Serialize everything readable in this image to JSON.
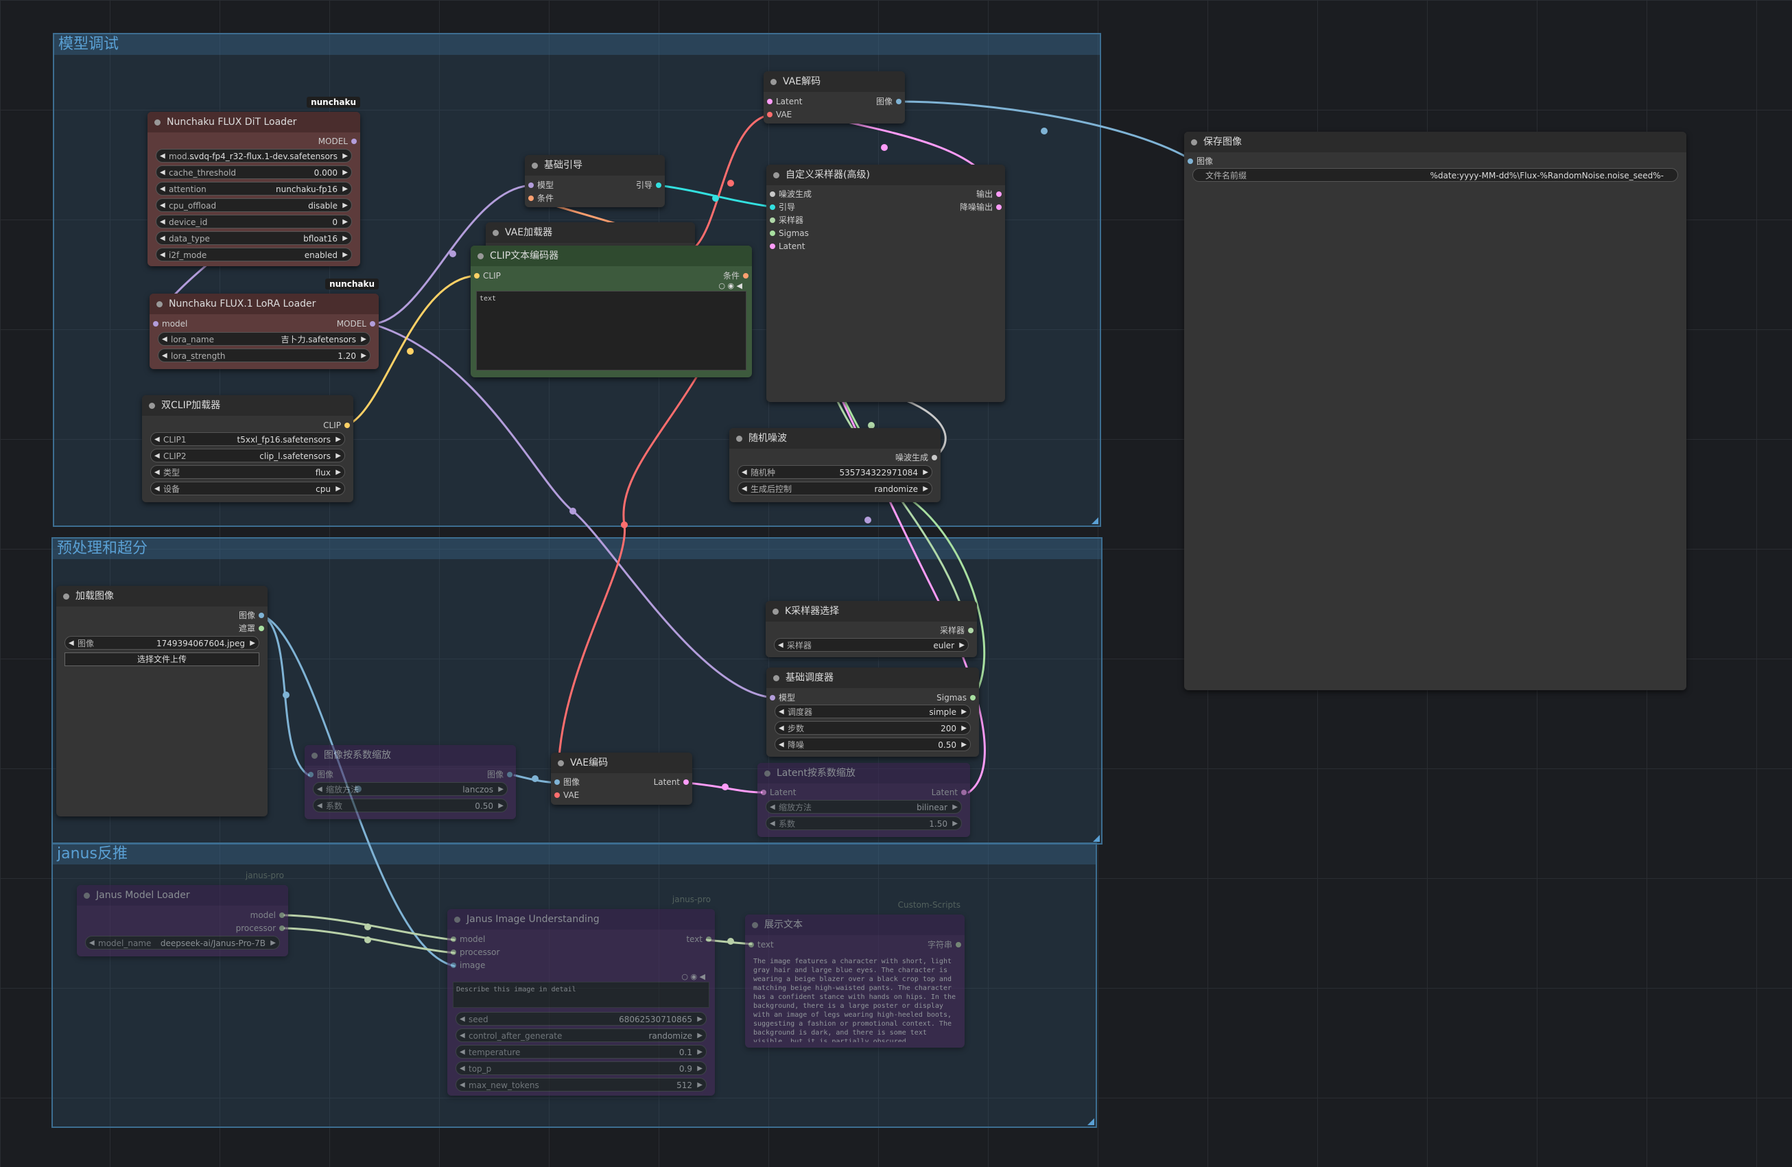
{
  "groups": {
    "model_debug": "模型调试",
    "preprocess": "预处理和超分",
    "janus": "janus反推"
  },
  "nodes": {
    "dit_loader": {
      "badge": "nunchaku",
      "title": "Nunchaku FLUX DiT Loader",
      "out_model": "MODEL",
      "widgets": [
        {
          "label": "mod...",
          "value": "svdq-fp4_r32-flux.1-dev.safetensors"
        },
        {
          "label": "cache_threshold",
          "value": "0.000"
        },
        {
          "label": "attention",
          "value": "nunchaku-fp16"
        },
        {
          "label": "cpu_offload",
          "value": "disable"
        },
        {
          "label": "device_id",
          "value": "0"
        },
        {
          "label": "data_type",
          "value": "bfloat16"
        },
        {
          "label": "i2f_mode",
          "value": "enabled"
        }
      ]
    },
    "lora_loader": {
      "badge": "nunchaku",
      "title": "Nunchaku FLUX.1 LoRA Loader",
      "in_model": "model",
      "out_model": "MODEL",
      "widgets": [
        {
          "label": "lora_name",
          "value": "吉卜力.safetensors"
        },
        {
          "label": "lora_strength",
          "value": "1.20"
        }
      ]
    },
    "dual_clip": {
      "title": "双CLIP加载器",
      "out_clip": "CLIP",
      "widgets": [
        {
          "label": "CLIP1",
          "value": "t5xxl_fp16.safetensors"
        },
        {
          "label": "CLIP2",
          "value": "clip_l.safetensors"
        },
        {
          "label": "类型",
          "value": "flux"
        },
        {
          "label": "设备",
          "value": "cpu"
        }
      ]
    },
    "basic_guider": {
      "title": "基础引导",
      "in_model": "模型",
      "in_cond": "条件",
      "out_guide": "引导"
    },
    "vae_loader": {
      "title": "VAE加载器"
    },
    "clip_text": {
      "title": "CLIP文本编码器",
      "in_clip": "CLIP",
      "out_cond": "条件",
      "text": "text"
    },
    "vae_decode": {
      "title": "VAE解码",
      "in_latent": "Latent",
      "in_vae": "VAE",
      "out_image": "图像"
    },
    "custom_sampler": {
      "title": "自定义采样器(高级)",
      "in_noise": "噪波生成",
      "in_guide": "引导",
      "in_sampler": "采样器",
      "in_sigmas": "Sigmas",
      "in_latent": "Latent",
      "out_output": "输出",
      "out_denoised": "降噪输出"
    },
    "save_image": {
      "title": "保存图像",
      "in_image": "图像",
      "widget": {
        "label": "文件名前缀",
        "value": "%date:yyyy-MM-dd%\\Flux-%RandomNoise.noise_seed%-"
      }
    },
    "random_noise": {
      "title": "随机噪波",
      "out_noise": "噪波生成",
      "widgets": [
        {
          "label": "随机种",
          "value": "535734322971084"
        },
        {
          "label": "生成后控制",
          "value": "randomize"
        }
      ]
    },
    "load_image": {
      "title": "加载图像",
      "out_image": "图像",
      "out_mask": "遮罩",
      "widget": {
        "label": "图像",
        "value": "1749394067604.jpeg"
      },
      "button": "选择文件上传"
    },
    "image_scale": {
      "title": "图像按系数缩放",
      "in_image": "图像",
      "out_image": "图像",
      "widgets": [
        {
          "label": "缩放方法",
          "value": "lanczos"
        },
        {
          "label": "系数",
          "value": "0.50"
        }
      ]
    },
    "vae_encode": {
      "title": "VAE编码",
      "in_image": "图像",
      "in_vae": "VAE",
      "out_latent": "Latent"
    },
    "ksampler_select": {
      "title": "K采样器选择",
      "out_sampler": "采样器",
      "widget": {
        "label": "采样器",
        "value": "euler"
      }
    },
    "basic_scheduler": {
      "title": "基础调度器",
      "in_model": "模型",
      "out_sigmas": "Sigmas",
      "widgets": [
        {
          "label": "调度器",
          "value": "simple"
        },
        {
          "label": "步数",
          "value": "200"
        },
        {
          "label": "降噪",
          "value": "0.50"
        }
      ]
    },
    "latent_scale": {
      "title": "Latent按系数缩放",
      "in_latent": "Latent",
      "out_latent": "Latent",
      "widgets": [
        {
          "label": "缩放方法",
          "value": "bilinear"
        },
        {
          "label": "系数",
          "value": "1.50"
        }
      ]
    },
    "janus_loader": {
      "badge": "janus-pro",
      "title": "Janus Model Loader",
      "out_model": "model",
      "out_processor": "processor",
      "widget": {
        "label": "model_name",
        "value": "deepseek-ai/Janus-Pro-7B"
      }
    },
    "janus_understanding": {
      "badge": "janus-pro",
      "title": "Janus Image Understanding",
      "in_model": "model",
      "in_processor": "processor",
      "in_image": "image",
      "out_text": "text",
      "prompt": "Describe this image in detail",
      "widgets": [
        {
          "label": "seed",
          "value": "680625307108​65"
        },
        {
          "label": "control_after_generate",
          "value": "randomize"
        },
        {
          "label": "temperature",
          "value": "0.1"
        },
        {
          "label": "top_p",
          "value": "0.9"
        },
        {
          "label": "max_new_tokens",
          "value": "512"
        }
      ]
    },
    "show_text": {
      "badge": "Custom-Scripts",
      "title": "展示文本",
      "in_text": "text",
      "out_string": "字符串",
      "text": "The image features a character with short, light gray hair and large blue eyes. The character is wearing a beige blazer over a black crop top and matching beige high-waisted pants. The character has a confident stance with hands on hips. In the background, there is a large poster or display with an image of legs wearing high-heeled boots, suggesting a fashion or promotional context. The background is dark, and there is some text visible, but it is partially obscured."
    }
  },
  "colors": {
    "model_link": "#b39ddb",
    "clip_link": "#ffd166",
    "vae_link": "#ff6e6e",
    "cond_link": "#ffa070",
    "latent_link": "#ff9cf9",
    "image_link": "#7fb3d5",
    "guide_link": "#33e0e0",
    "sampler_link": "#b0d8a8",
    "sigmas_link": "#a8e0a0",
    "noise_link": "#c8c8c8",
    "janus_link": "#b8d0a8"
  }
}
